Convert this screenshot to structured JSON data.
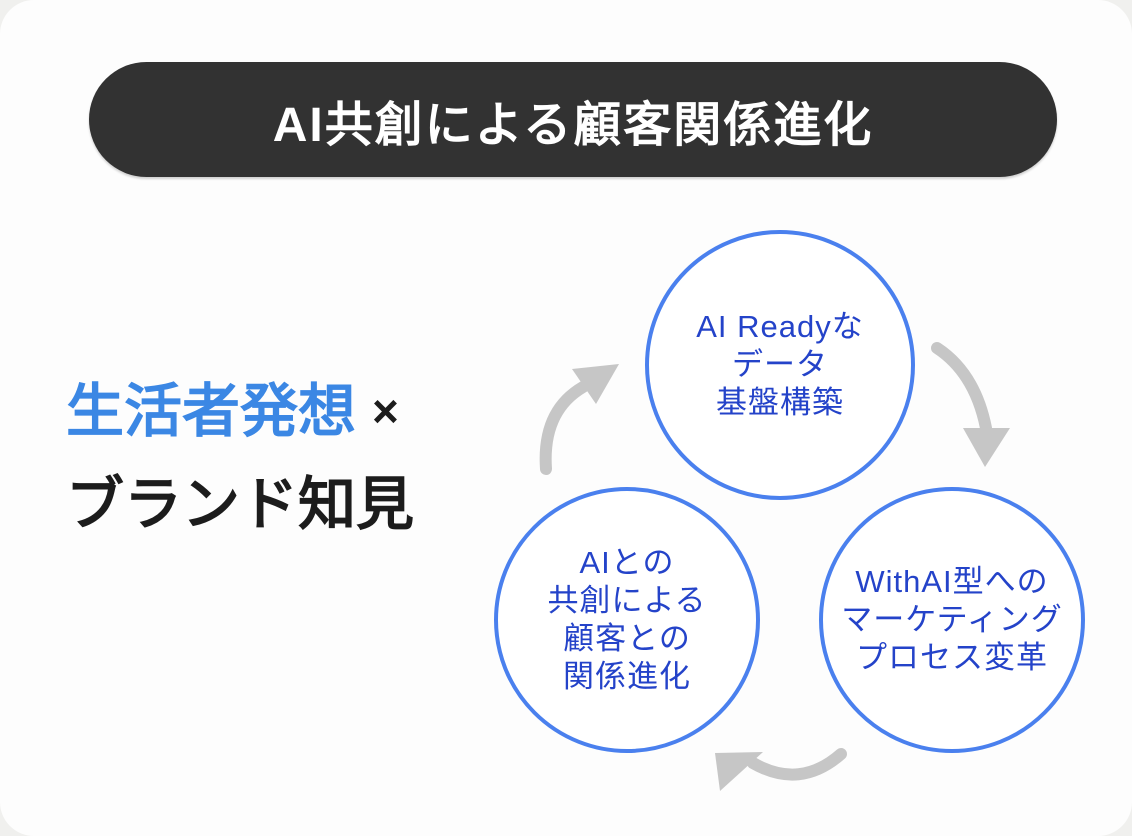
{
  "title": {
    "text": "AI共創による顧客関係進化"
  },
  "headline": {
    "line1_blue": "生活者発想",
    "line1_operator": "×",
    "line2": "ブランド知見"
  },
  "cycle": {
    "steps": [
      {
        "id": "ai-ready-data-foundation",
        "lines": [
          "AI Readyな",
          "データ",
          "基盤構築"
        ]
      },
      {
        "id": "with-ai-marketing-process",
        "lines": [
          "WithAI型への",
          "マーケティング",
          "プロセス変革"
        ]
      },
      {
        "id": "customer-relationship-evolution",
        "lines": [
          "AIとの",
          "共創による",
          "顧客との",
          "関係進化"
        ]
      }
    ],
    "arrows": [
      {
        "name": "arrow-up-left",
        "from": "customer-relationship-evolution",
        "to": "ai-ready-data-foundation"
      },
      {
        "name": "arrow-down-right",
        "from": "ai-ready-data-foundation",
        "to": "with-ai-marketing-process"
      },
      {
        "name": "arrow-left-bottom",
        "from": "with-ai-marketing-process",
        "to": "customer-relationship-evolution"
      }
    ]
  },
  "colors": {
    "card-bg": "#fdfdfd",
    "banner-bg": "#323232",
    "banner-text": "#ffffff",
    "headline-blue": "#3b87e4",
    "headline-dark": "#1c1c1c",
    "circle-border": "#4a80ee",
    "circle-text": "#2443c9",
    "arrow-gray": "#c6c6c6"
  }
}
